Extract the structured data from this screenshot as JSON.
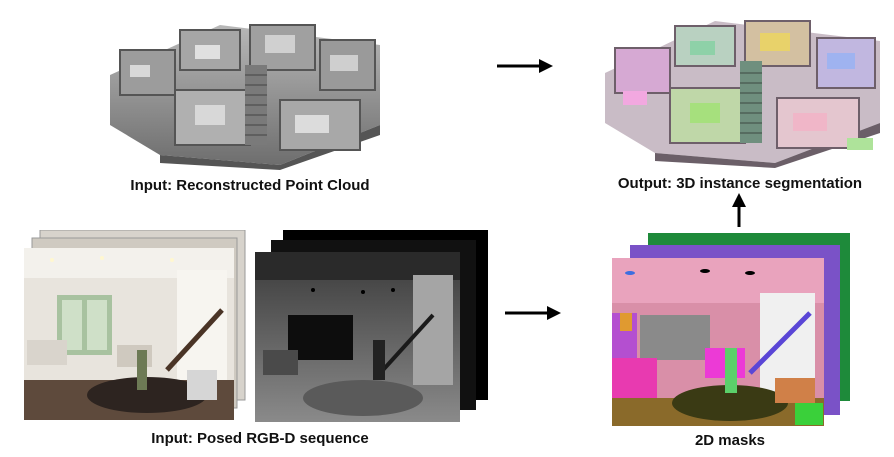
{
  "captions": {
    "input_point_cloud": "Input: Reconstructed Point Cloud",
    "output_segmentation": "Output: 3D instance segmentation",
    "input_rgbd": "Input: Posed RGB-D sequence",
    "masks": "2D masks"
  },
  "colors": {
    "arrow": "#000000",
    "mask_back": "#1e8a3a",
    "mask_mid": "#7a52c7",
    "mask_front_wall": "#d98fa8",
    "mask_ceiling": "#e9a3bd"
  }
}
